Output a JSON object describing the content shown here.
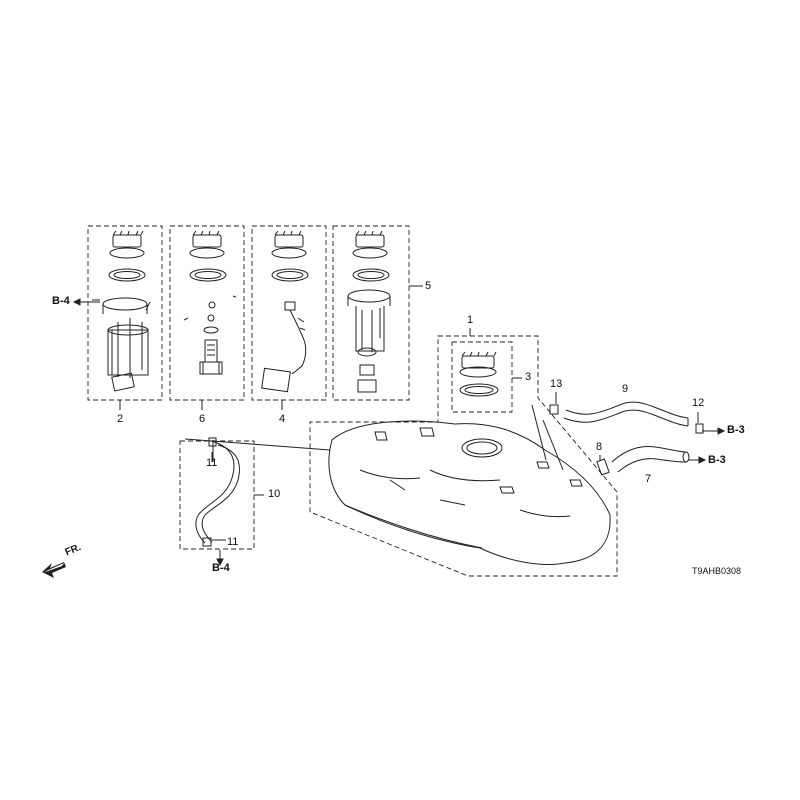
{
  "callouts": {
    "c1": "1",
    "c2": "2",
    "c3": "3",
    "c4": "4",
    "c5": "5",
    "c6": "6",
    "c7": "7",
    "c8": "8",
    "c9": "9",
    "c10": "10",
    "c11a": "11",
    "c11b": "11",
    "c12": "12",
    "c13": "13"
  },
  "refs": {
    "b4_left": "B-4",
    "b4_bottom": "B-4",
    "b3_upper": "B-3",
    "b3_lower": "B-3"
  },
  "front_arrow": "FR.",
  "diagram_code": "T9AHB0308"
}
